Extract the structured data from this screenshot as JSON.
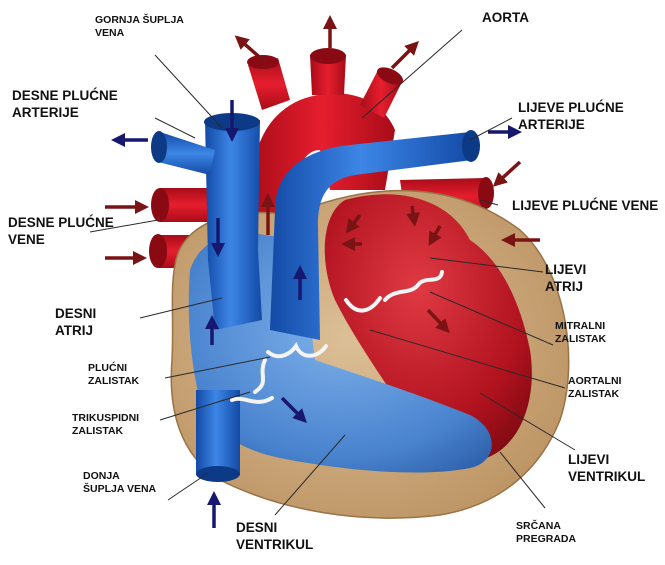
{
  "labels": {
    "gornja_suplja_vena": [
      "GORNJA ŠUPLJA",
      "VENA"
    ],
    "aorta": [
      "AORTA"
    ],
    "desne_plucne_arterije": [
      "DESNE PLUĆNE",
      "ARTERIJE"
    ],
    "lijeve_plucne_arterije": [
      "LIJEVE PLUĆNE",
      "ARTERIJE"
    ],
    "lijeve_plucne_vene": [
      "LIJEVE PLUĆNE VENE"
    ],
    "desne_plucne_vene": [
      "DESNE PLUĆNE",
      "VENE"
    ],
    "lijevi_atrij": [
      "LIJEVI",
      "ATRIJ"
    ],
    "desni_atrij": [
      "DESNI",
      "ATRIJ"
    ],
    "mitralni_zalistak": [
      "MITRALNI",
      "ZALISTAK"
    ],
    "plucni_zalistak": [
      "PLUĆNI",
      "ZALISTAK"
    ],
    "aortalni_zalistak": [
      "AORTALNI",
      "ZALISTAK"
    ],
    "trikuspidni_zalistak": [
      "TRIKUSPIDNI",
      "ZALISTAK"
    ],
    "lijevi_ventrikul": [
      "LIJEVI",
      "VENTRIKUL"
    ],
    "donja_suplja_vena": [
      "DONJA",
      "ŠUPLJA VENA"
    ],
    "desni_ventrikul": [
      "DESNI",
      "VENTRIKUL"
    ],
    "srcana_pregrada": [
      "SRČANA",
      "PREGRADA"
    ]
  },
  "colors": {
    "oxygenated": "#d41424",
    "deoxygenated": "#1f63c8",
    "wall": "#c9a57a",
    "arrow_blue": "#15186e",
    "arrow_red": "#7a1414"
  }
}
